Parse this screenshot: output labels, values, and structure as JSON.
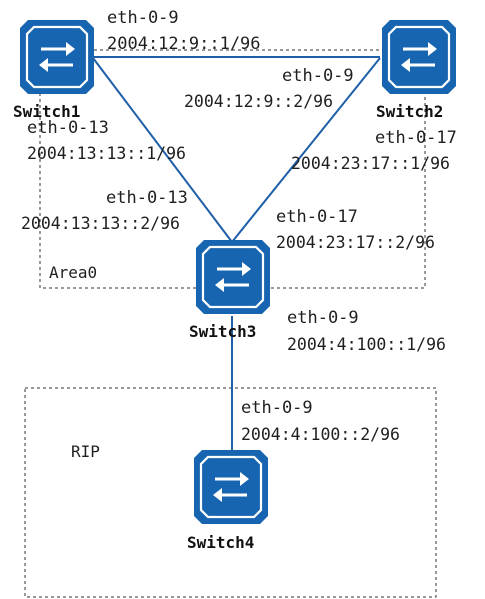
{
  "colors": {
    "link": "#1f5fa8",
    "switch_fill": "#1765b0",
    "switch_stroke": "#ffffff",
    "area_border": "#333333",
    "text": "#1f1f1f"
  },
  "areas": {
    "area0": {
      "label": "Area0"
    },
    "rip": {
      "label": "RIP"
    }
  },
  "switches": {
    "switch1": {
      "name": "Switch1",
      "icon": "switch-icon"
    },
    "switch2": {
      "name": "Switch2",
      "icon": "switch-icon"
    },
    "switch3": {
      "name": "Switch3",
      "icon": "switch-icon"
    },
    "switch4": {
      "name": "Switch4",
      "icon": "switch-icon"
    }
  },
  "links": {
    "s1_s2": {
      "s1_port": "eth-0-9",
      "s1_ip": "2004:12:9::1/96",
      "s2_port": "eth-0-9",
      "s2_ip": "2004:12:9::2/96"
    },
    "s1_s3": {
      "s1_port": "eth-0-13",
      "s1_ip": "2004:13:13::1/96",
      "s3_port": "eth-0-13",
      "s3_ip": "2004:13:13::2/96"
    },
    "s2_s3": {
      "s2_port": "eth-0-17",
      "s2_ip": "2004:23:17::1/96",
      "s3_port": "eth-0-17",
      "s3_ip": "2004:23:17::2/96"
    },
    "s3_s4": {
      "s3_port": "eth-0-9",
      "s3_ip": "2004:4:100::1/96",
      "s4_port": "eth-0-9",
      "s4_ip": "2004:4:100::2/96"
    }
  }
}
